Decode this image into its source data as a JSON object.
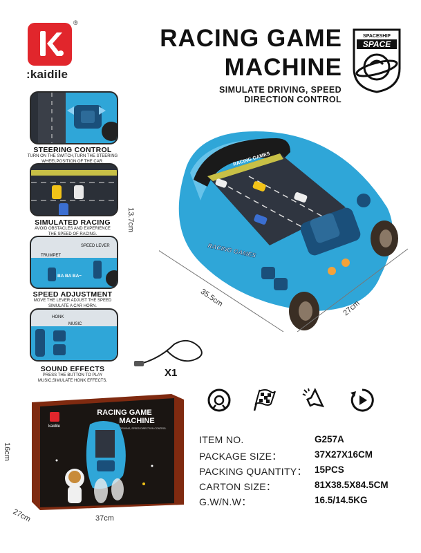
{
  "brand": {
    "name": ":kaidile",
    "registered": "®",
    "logo_color": "#e1262c"
  },
  "title": {
    "line1": "RACING GAME",
    "line2": "MACHINE",
    "subtitle_line1": "SIMULATE DRIVING, SPEED",
    "subtitle_line2": "DIRECTION CONTROL"
  },
  "badge": {
    "top_text": "SPACESHIP",
    "main_text": "SPACE"
  },
  "features": [
    {
      "title": "STEERING CONTROL",
      "desc_line1": "TURN ON THE SWITCH,TURN THE STEERING",
      "desc_line2": "WHEELPOSITION OF THE CAR."
    },
    {
      "title": "SIMULATED RACING",
      "desc_line1": "AVOID OBSTACLES AND EXPERIENCE",
      "desc_line2": "THE SPEED OF RACING."
    },
    {
      "title": "SPEED ADJUSTMENT",
      "desc_line1": "MOVE THE LEVER  ADJUST THE SPEED",
      "desc_line2": "SIMULATE A CAR HORN.",
      "labels": [
        "SPEED LEVER",
        "TRUMPET",
        "BA BA BA~"
      ]
    },
    {
      "title": "SOUND EFFECTS",
      "desc_line1": "PRESS THE BUTTON TO PLAY",
      "desc_line2": "MUSIC,SIMULATE HONK EFFECTS.",
      "labels": [
        "HONK",
        "MUSIC"
      ]
    }
  ],
  "toy": {
    "screen_label": "RACING GAMES",
    "side_label": "RACING GAMES",
    "color": "#2fa6d8"
  },
  "dimensions": {
    "height": "13.7cm",
    "length": "35.5cm",
    "width": "27cm"
  },
  "accessory": {
    "quantity": "X1"
  },
  "box": {
    "title_line1": "RACING GAME",
    "title_line2": "MACHINE",
    "subtitle": "SIMULATE DRIVING, SPEED DIRECTION CONTROL",
    "brand": "kaidile",
    "height": "16cm",
    "depth": "27cm",
    "width": "37cm"
  },
  "feature_icons": [
    "steering-wheel-icon",
    "checkered-flag-icon",
    "sound-icon",
    "play-icon"
  ],
  "specs": [
    {
      "label": "ITEM NO.",
      "value": "G257A"
    },
    {
      "label": "PACKAGE SIZE：",
      "value": "37X27X16CM"
    },
    {
      "label": "PACKING QUANTITY：",
      "value": "15PCS"
    },
    {
      "label": "CARTON SIZE：",
      "value": "81X38.5X84.5CM"
    },
    {
      "label": "G.W/N.W：",
      "value": "16.5/14.5KG"
    }
  ]
}
